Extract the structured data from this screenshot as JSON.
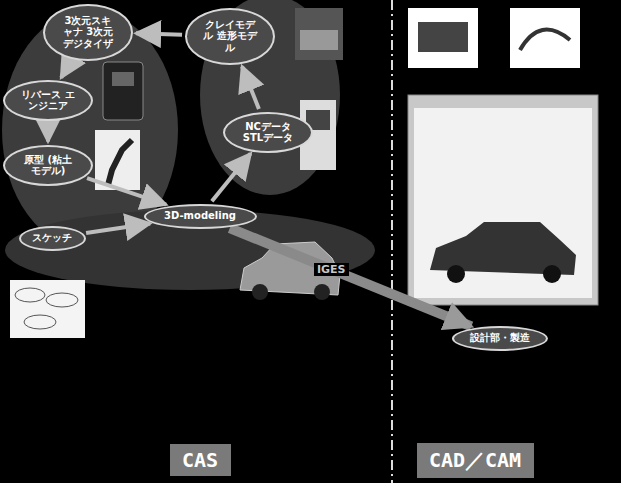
{
  "diagram": {
    "nodes": [
      {
        "text": [
          "3次元スキャナ 3次元デジタイザ"
        ]
      },
      {
        "text": [
          "リバース エンジニア"
        ]
      },
      {
        "text": [
          "原型 (粘土モデル)"
        ]
      },
      {
        "text": [
          "スケッチ"
        ]
      },
      {
        "text": [
          "3D-modeling"
        ]
      },
      {
        "text": [
          "NCデータ STLデータ"
        ]
      },
      {
        "text": [
          "クレイモデル 造形モデル"
        ]
      },
      {
        "text": [
          "設計部・製造"
        ]
      },
      {
        "text": [
          "CAS"
        ]
      },
      {
        "text": [
          "CAD／CAM"
        ]
      }
    ],
    "edges": [
      {
        "from": 0,
        "to": 1,
        "arrow": "to"
      },
      {
        "from": 1,
        "to": 2,
        "arrow": "to"
      },
      {
        "from": 2,
        "to": 4,
        "arrow": "to"
      },
      {
        "from": 3,
        "to": 4,
        "arrow": "to"
      },
      {
        "from": 4,
        "to": 5,
        "arrow": "to"
      },
      {
        "from": 5,
        "to": 6,
        "arrow": "to"
      },
      {
        "from": 6,
        "to": 0,
        "arrow": "to"
      },
      {
        "from": 4,
        "to": 7,
        "label": "IGES",
        "arrow": "to"
      }
    ]
  }
}
